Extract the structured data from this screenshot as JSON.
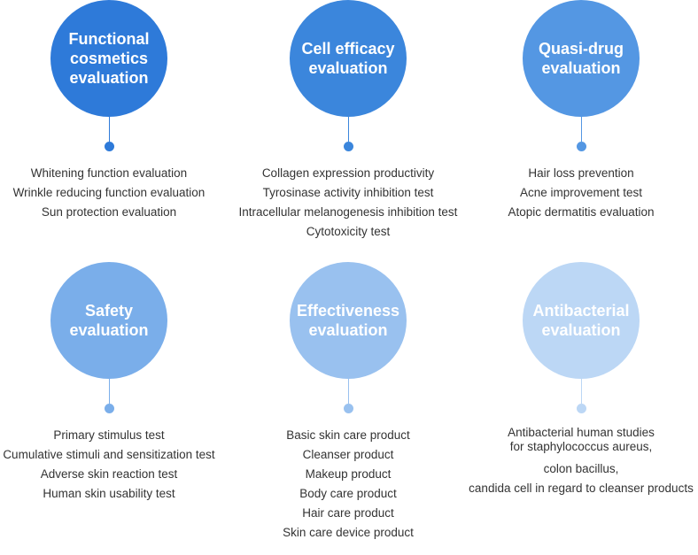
{
  "evaluations": [
    {
      "title": "Functional\ncosmetics\nevaluation",
      "color": "#2e7ad9",
      "items": [
        "Whitening function evaluation",
        "Wrinkle reducing function evaluation",
        "Sun protection evaluation"
      ]
    },
    {
      "title": "Cell efficacy\nevaluation",
      "color": "#3b86dc",
      "items": [
        "Collagen expression productivity",
        "Tyrosinase activity inhibition test",
        "Intracellular melanogenesis inhibition test",
        "Cytotoxicity test"
      ]
    },
    {
      "title": "Quasi-drug\nevaluation",
      "color": "#5497e3",
      "items": [
        "Hair loss prevention",
        "Acne improvement test",
        "Atopic dermatitis evaluation"
      ]
    },
    {
      "title": "Safety\nevaluation",
      "color": "#7aaeea",
      "items": [
        "Primary stimulus test",
        "Cumulative stimuli and sensitization test",
        "Adverse skin reaction test",
        "Human skin usability test"
      ]
    },
    {
      "title": "Effectiveness\nevaluation",
      "color": "#99c1ef",
      "items": [
        "Basic skin care product",
        "Cleanser product",
        "Makeup product",
        "Body care product",
        "Hair care product",
        "Skin care device product"
      ]
    },
    {
      "title": "Antibacterial\nevaluation",
      "color": "#bcd7f5",
      "items": [
        "Antibacterial human studies\nfor staphylococcus aureus,",
        "colon bacillus,",
        "candida cell in regard to cleanser products"
      ]
    }
  ]
}
